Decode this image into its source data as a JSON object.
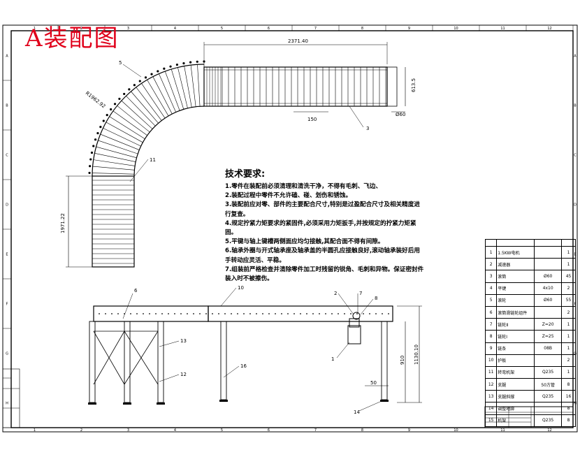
{
  "drawing_title": "A装配图",
  "technical_requirements": {
    "heading": "技术要求:",
    "lines": [
      "1.零件在装配前必须清理和清洗干净，不得有毛刺、飞边、",
      "2.装配过程中零件不允许磕、碰、划伤和锈蚀。",
      "3.装配前应对零、部件的主要配合尺寸,特别是过盈配合尺寸及相关精度进",
      "行复查。",
      "4.规定拧紧力矩要求的紧固件,必须采用力矩扳手,并按规定的拧紧力矩紧",
      "固。",
      "5.平键与轴上键槽两侧面应均匀接触,其配合面不得有间隙。",
      "6.轴承外圈与开式轴承座及轴承盖的半圆孔应接触良好,滚动轴承装好后用",
      "手转动应灵活、平稳。",
      "7.组装前严格检查并清除零件加工时残留的锐角、毛刺和异物。保证密封件",
      "装入时不被擦伤。"
    ]
  },
  "dimensions": {
    "top_length": "2371.40",
    "right_width": "613.5",
    "roller_dia": "Ø60",
    "pitch": "150",
    "radius": "R1962.92",
    "left_length": "1971.22",
    "height_total": "1130.10",
    "height_inner": "910",
    "foot": "50"
  },
  "callouts": [
    "5",
    "11",
    "3",
    "6",
    "10",
    "2",
    "7",
    "8",
    "1",
    "13",
    "12",
    "16",
    "14"
  ],
  "bom": {
    "rows": [
      {
        "no": "1",
        "name": "1.5KW电机",
        "spec": "",
        "qty": "1"
      },
      {
        "no": "2",
        "name": "减速器",
        "spec": "",
        "qty": "1"
      },
      {
        "no": "3",
        "name": "滚筒",
        "spec": "Ø60",
        "qty": "45"
      },
      {
        "no": "4",
        "name": "平键",
        "spec": "4x10",
        "qty": "2"
      },
      {
        "no": "5",
        "name": "滚轮",
        "spec": "Ø60",
        "qty": "55"
      },
      {
        "no": "6",
        "name": "滚筒滑链轮组件",
        "spec": "",
        "qty": "2"
      },
      {
        "no": "7",
        "name": "链轮Ⅱ",
        "spec": "Z=20",
        "qty": "1"
      },
      {
        "no": "8",
        "name": "链轮Ⅰ",
        "spec": "Z=25",
        "qty": "1"
      },
      {
        "no": "9",
        "name": "链条",
        "spec": "08B",
        "qty": "1"
      },
      {
        "no": "10",
        "name": "护板",
        "spec": "",
        "qty": "2"
      },
      {
        "no": "11",
        "name": "转弯机架",
        "spec": "Q235",
        "qty": "1"
      },
      {
        "no": "12",
        "name": "支腿",
        "spec": "50方管",
        "qty": "8"
      },
      {
        "no": "13",
        "name": "支腿斜撑",
        "spec": "Q235",
        "qty": "16"
      },
      {
        "no": "14",
        "name": "调整地脚",
        "spec": "",
        "qty": "8"
      },
      {
        "no": "15",
        "name": "机架",
        "spec": "Q235",
        "qty": "8"
      }
    ]
  },
  "border_marks": {
    "top": [
      "1",
      "2",
      "3",
      "4",
      "5",
      "6",
      "7",
      "8",
      "9",
      "10",
      "11",
      "12"
    ],
    "left": [
      "A",
      "B",
      "C",
      "D",
      "E",
      "F",
      "G",
      "H"
    ]
  }
}
